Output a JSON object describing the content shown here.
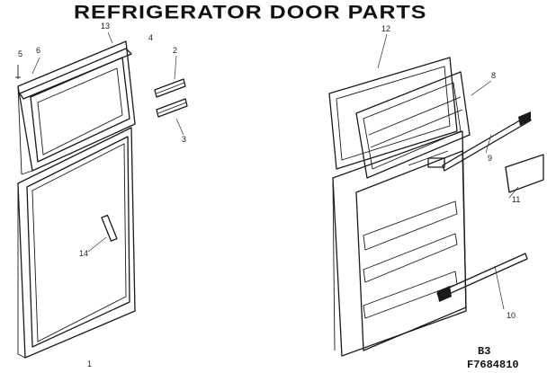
{
  "title": "REFRIGERATOR DOOR PARTS",
  "callouts": {
    "c13": "13",
    "c5": "5",
    "c6": "6",
    "c4": "4",
    "c2": "2",
    "c3": "3",
    "c14": "14",
    "c1": "1",
    "c12": "12",
    "c8": "8",
    "c9": "9",
    "c11": "11",
    "c10": "10"
  },
  "page_code": "B3",
  "part_number": "F7684810"
}
